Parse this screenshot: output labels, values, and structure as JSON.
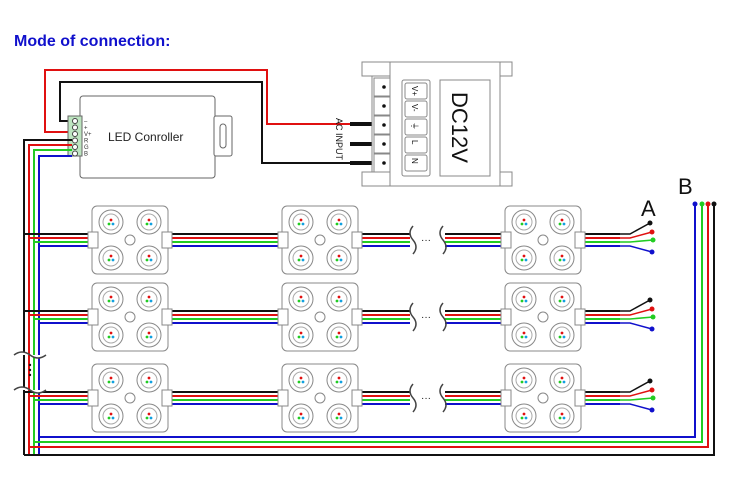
{
  "title": "Mode of connection:",
  "controller": {
    "label": "LED Conroller",
    "pins": [
      "–",
      "+",
      "V+",
      "R",
      "G",
      "B"
    ]
  },
  "power_supply": {
    "label": "DC12V",
    "terminals": [
      "V+",
      "V-",
      "⏚",
      "L",
      "N"
    ],
    "input_label": "AC INPUT"
  },
  "ellipsis": "···",
  "outputs": {
    "a_label": "A",
    "b_label": "B"
  },
  "colors": {
    "black": "#111111",
    "red": "#e01010",
    "green": "#22cc22",
    "blue": "#1010cc",
    "title": "#1010cc"
  },
  "rows": 3,
  "modules_per_row": 3
}
